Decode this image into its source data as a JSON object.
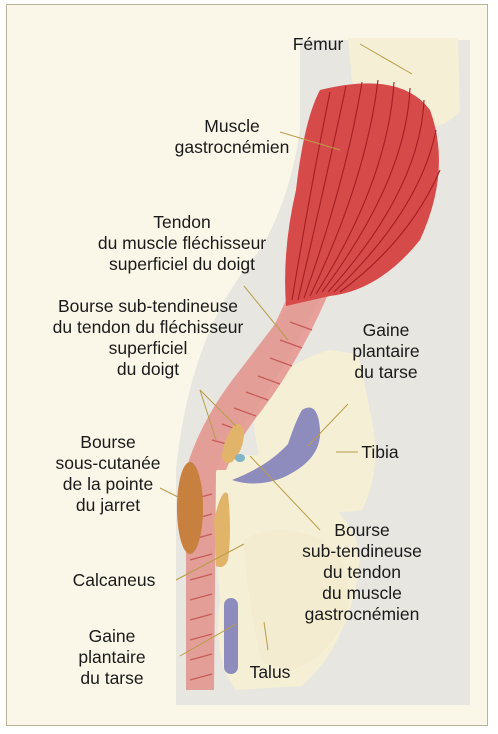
{
  "labels": {
    "femur": "Fémur",
    "gastro": [
      "Muscle",
      "gastrocnémien"
    ],
    "tendon_flechisseur": [
      "Tendon",
      "du muscle fléchisseur",
      "superficiel du doigt"
    ],
    "bourse_subtend_flech": [
      "Bourse sub-tendineuse",
      "du tendon du fléchisseur",
      "superficiel",
      "du doigt"
    ],
    "gaine_top": [
      "Gaine",
      "plantaire",
      "du tarse"
    ],
    "tibia": "Tibia",
    "bourse_souscut": [
      "Bourse",
      "sous-cutanée",
      "de la pointe",
      "du jarret"
    ],
    "bourse_subtend_gastro": [
      "Bourse",
      "sub-tendineuse",
      "du tendon",
      "du muscle",
      "gastrocnémien"
    ],
    "calcaneus": "Calcaneus",
    "gaine_bottom": [
      "Gaine",
      "plantaire",
      "du tarse"
    ],
    "talus": "Talus"
  },
  "colors": {
    "background": "#fbf7e8",
    "leg_shadow": "#e7e6e0",
    "bone": "#f5efd6",
    "muscle": "#d64a4a",
    "muscle_line": "#a51e22",
    "tendon": "#e7a09a",
    "gaine": "#8d8cbc",
    "bourse_orange": "#c8803e",
    "bourse_tan": "#e2b46a",
    "leader": "#b89d48"
  }
}
